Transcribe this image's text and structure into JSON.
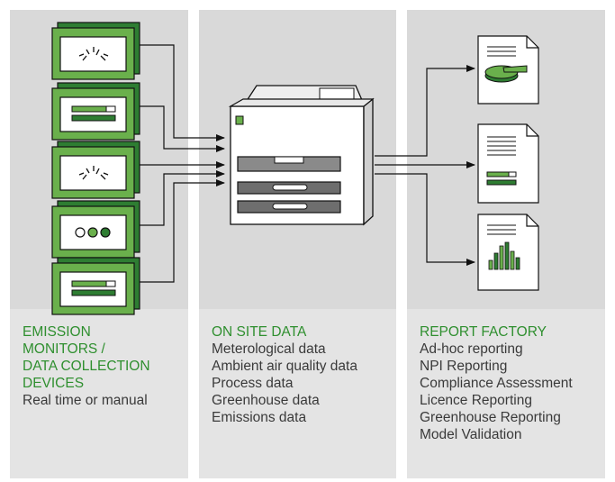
{
  "columns": [
    {
      "title_lines": [
        "EMISSION",
        "MONITORS /",
        "DATA COLLECTION",
        "DEVICES"
      ],
      "lines": [
        "Real time or manual"
      ]
    },
    {
      "title_lines": [
        "ON SITE DATA"
      ],
      "lines": [
        "Meterological data",
        "Ambient air quality data",
        "Process data",
        "Greenhouse data",
        "Emissions data"
      ]
    },
    {
      "title_lines": [
        "REPORT FACTORY"
      ],
      "lines": [
        "Ad-hoc reporting",
        "NPI Reporting",
        "Compliance Assessment",
        "Licence Reporting",
        "Greenhouse Reporting",
        "Model Validation"
      ]
    }
  ],
  "devices": [
    {
      "icon": "gauge-icon"
    },
    {
      "icon": "progress-bars-icon"
    },
    {
      "icon": "gauge-icon"
    },
    {
      "icon": "indicator-lights-icon"
    },
    {
      "icon": "progress-bars-icon"
    }
  ],
  "reports": [
    {
      "icon": "pie-chart-report-icon"
    },
    {
      "icon": "bar-progress-report-icon"
    },
    {
      "icon": "bar-chart-report-icon"
    }
  ],
  "colors": {
    "green_dark": "#2e7d32",
    "green_mid": "#6ab04c",
    "green_light": "#c9e8b0",
    "panel": "#d9d9d9",
    "panel_bottom": "#e4e4e4",
    "title_green": "#2f8f2f"
  }
}
